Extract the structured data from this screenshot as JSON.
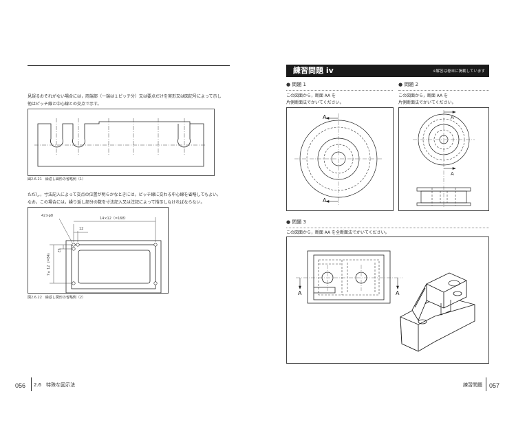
{
  "left_page": {
    "intro_line1": "見誤るおそれがない場合には，両端部（一端は１ピッチ分）又は要点だけを実形又は図記号によって示し",
    "intro_line2": "他はピッチ線と中心線との交点で示す。",
    "fig1_caption": "図2.6.21　繰返し図形の省略例（1）",
    "para2_line1": "ただし，寸法記入によって交点の位置が明らかなときには，ピッチ線に交わる中心線を省略してもよい。",
    "para2_line2": "なお，この場合には，繰り返し部分の数を寸法記入又は注記によって指示しなければならない。",
    "fig2": {
      "label_holes": "42×φ8",
      "label_top": "14×12（=168）",
      "label_12a": "12",
      "label_12b": "12",
      "label_side": "7×12（=84）"
    },
    "fig2_caption": "図2.6.22　繰返し図形の省略例（2）",
    "footer_page": "056",
    "footer_section": "2.6　特殊な図示法"
  },
  "right_page": {
    "banner_title": "練習問題 iv",
    "banner_note": "※解答は巻末に掲載しています",
    "q1_title": "● 問題 1",
    "q1_text1": "この図面から，断面 AA を",
    "q1_text2": "片側断面法でかいてください。",
    "q2_title": "● 問題 2",
    "q2_text1": "この図面から，断面 AA を",
    "q2_text2": "片側断面法でかいてください。",
    "q3_title": "● 問題 3",
    "q3_text": "この図面から，断面 AA を全断面法でかいてください。",
    "section_label": "A",
    "footer_section": "練習問題",
    "footer_page": "057"
  }
}
